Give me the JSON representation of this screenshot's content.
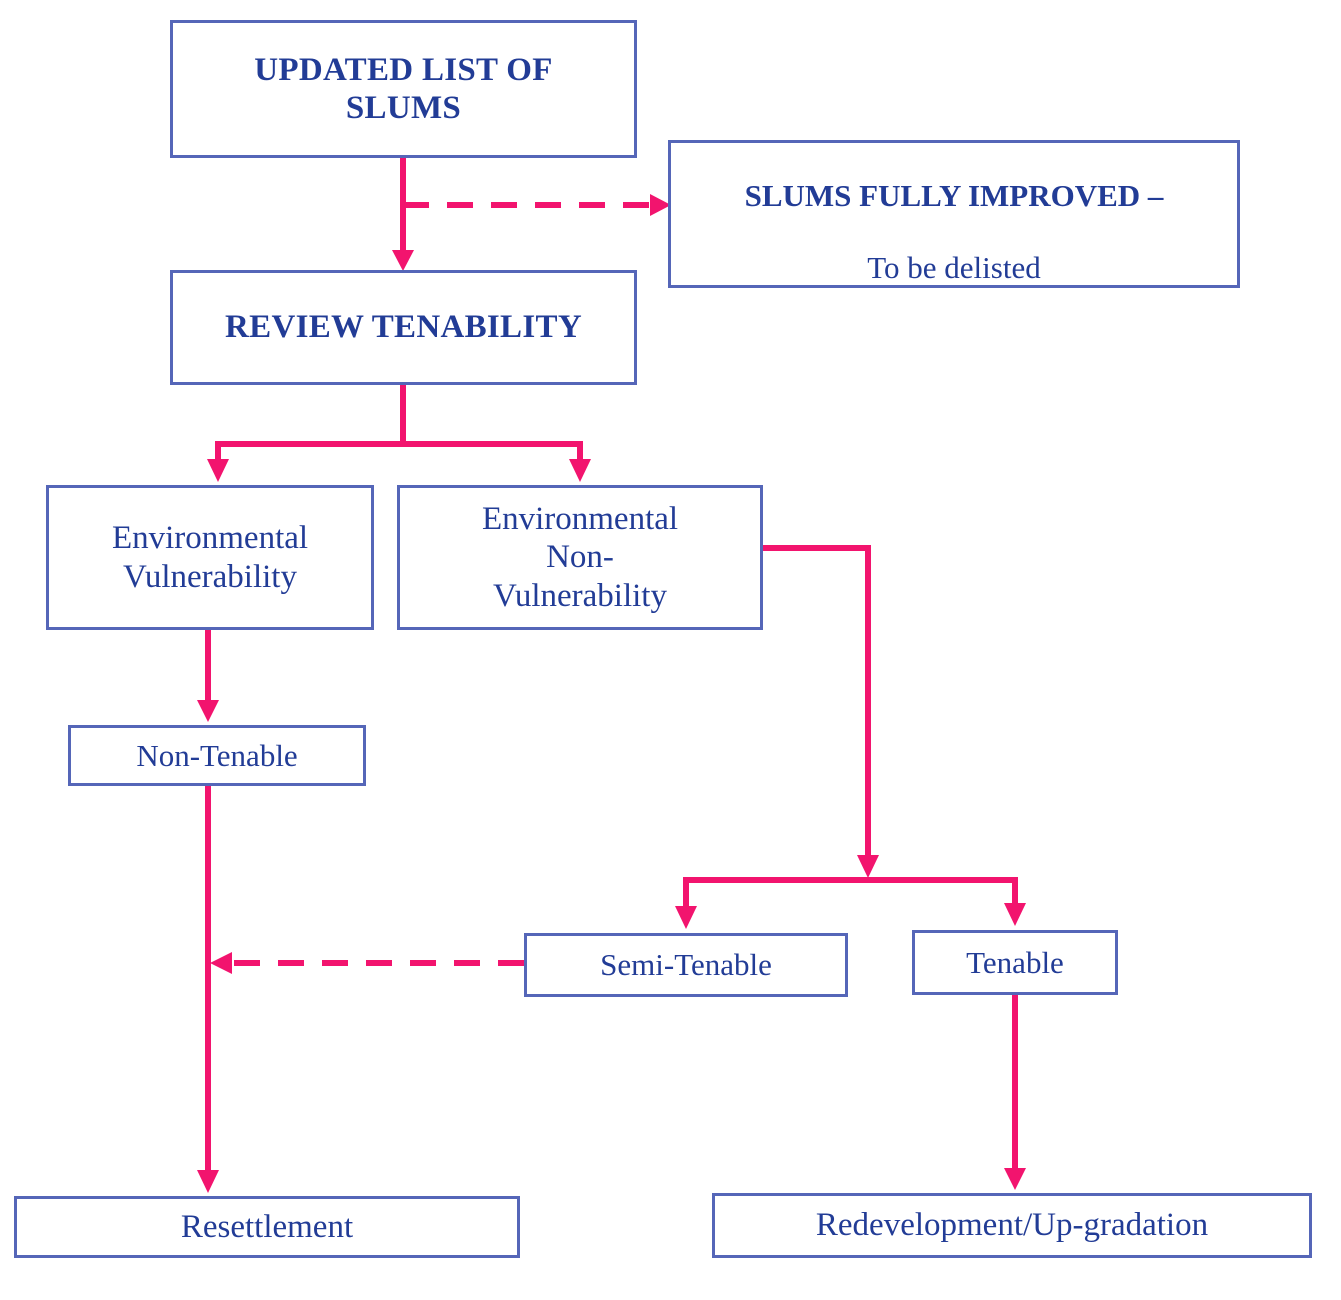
{
  "diagram": {
    "title": "Slum tenability review and redevelopment decision flowchart",
    "colors": {
      "box_border": "#5566b8",
      "text": "#223c96",
      "connector": "#f2146e",
      "background": "#ffffff"
    },
    "nodes": [
      {
        "id": "updated-list",
        "label": "UPDATED LIST OF\nSLUMS"
      },
      {
        "id": "fully-improved",
        "label_line1": "SLUMS FULLY IMPROVED –",
        "label_line2": "To be delisted"
      },
      {
        "id": "review-tenability",
        "label": "REVIEW TENABILITY"
      },
      {
        "id": "env-vulnerability",
        "label": "Environmental\nVulnerability"
      },
      {
        "id": "env-non-vulnerability",
        "label": "Environmental\nNon-\nVulnerability"
      },
      {
        "id": "non-tenable",
        "label": "Non-Tenable"
      },
      {
        "id": "semi-tenable",
        "label": "Semi-Tenable"
      },
      {
        "id": "tenable",
        "label": "Tenable"
      },
      {
        "id": "resettlement",
        "label": "Resettlement"
      },
      {
        "id": "redevelopment",
        "label": "Redevelopment/Up-gradation"
      }
    ],
    "edges": [
      {
        "from": "updated-list",
        "to": "review-tenability",
        "style": "solid",
        "arrow": "down"
      },
      {
        "from": "updated-list",
        "to": "fully-improved",
        "style": "dashed",
        "arrow": "right"
      },
      {
        "from": "review-tenability",
        "to": "env-vulnerability",
        "style": "solid",
        "arrow": "down"
      },
      {
        "from": "review-tenability",
        "to": "env-non-vulnerability",
        "style": "solid",
        "arrow": "down"
      },
      {
        "from": "env-vulnerability",
        "to": "non-tenable",
        "style": "solid",
        "arrow": "down"
      },
      {
        "from": "env-non-vulnerability",
        "to": "semi-tenable",
        "style": "solid",
        "arrow": "down"
      },
      {
        "from": "env-non-vulnerability",
        "to": "tenable",
        "style": "solid",
        "arrow": "down"
      },
      {
        "from": "semi-tenable",
        "to": "resettlement",
        "style": "dashed",
        "arrow": "left"
      },
      {
        "from": "non-tenable",
        "to": "resettlement",
        "style": "solid",
        "arrow": "down"
      },
      {
        "from": "tenable",
        "to": "redevelopment",
        "style": "solid",
        "arrow": "down"
      }
    ]
  }
}
